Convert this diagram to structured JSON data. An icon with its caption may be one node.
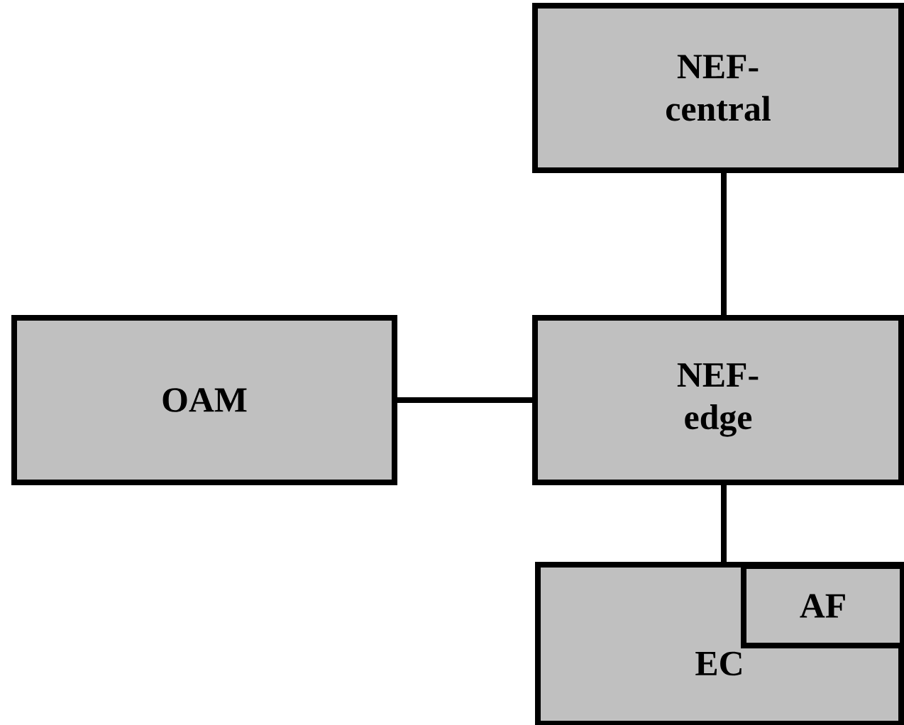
{
  "diagram": {
    "nodes": [
      {
        "text": [
          "NEF-central"
        ]
      },
      {
        "text": [
          "OAM"
        ]
      },
      {
        "text": [
          "NEF-edge"
        ]
      },
      {
        "text": [
          "EC"
        ]
      },
      {
        "text": [
          "AF"
        ],
        "in": 3
      }
    ],
    "edges": [
      {
        "from": 0,
        "to": 2,
        "arrow": "none"
      },
      {
        "from": 1,
        "to": 2,
        "arrow": "none"
      },
      {
        "from": 2,
        "to": 3,
        "arrow": "none"
      }
    ]
  }
}
